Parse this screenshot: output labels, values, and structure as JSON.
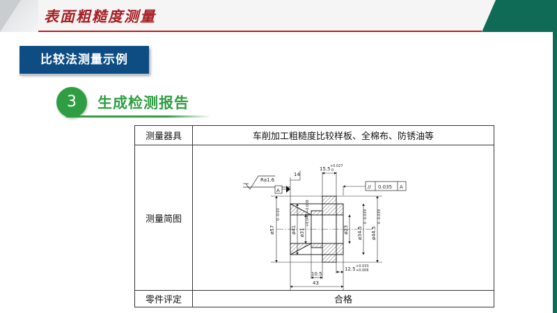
{
  "header": {
    "title": "表面粗糙度测量"
  },
  "section": {
    "label": "比较法测量示例"
  },
  "step": {
    "number": "3",
    "title": "生成检测报告"
  },
  "table": {
    "rows": [
      {
        "label": "测量器具",
        "value": "车削加工粗糙度比较样板、全棉布、防锈油等"
      },
      {
        "label": "测量简图"
      },
      {
        "label": "零件评定",
        "value": "合格"
      }
    ]
  },
  "drawing": {
    "roughness": "Ra1.6",
    "datum": "A",
    "dim_14": "14",
    "dim_15_5": "15.5",
    "dim_15_5_tol_upper": "+0.027",
    "dim_15_5_tol_lower": "0",
    "geo_tolerance_symbol": "//",
    "geo_tolerance_value": "0.035",
    "geo_tolerance_datum": "A",
    "dia_57": "ø57",
    "dia_57_tol": "0 -0.03",
    "dia_41": "ø41",
    "dia_31": "ø31",
    "dia_31_tol": "+0.048 +0.009",
    "dia_23": "ø23",
    "dia_34_5": "ø34.5",
    "dia_34_5_tol": "0 -0.039",
    "dia_44_5": "ø44.5",
    "dia_44_5_tol": "0 -0.039",
    "dim_10_5": "10.5",
    "dim_12_5": "12.5",
    "dim_12_5_tol_upper": "+0.033",
    "dim_12_5_tol_lower": "+0.006",
    "dim_43": "43"
  },
  "colors": {
    "title_red": "#a81f25",
    "section_blue": "#0d4d84",
    "step_green": "#2f9e43",
    "accent_teal": "#0f6b55"
  }
}
